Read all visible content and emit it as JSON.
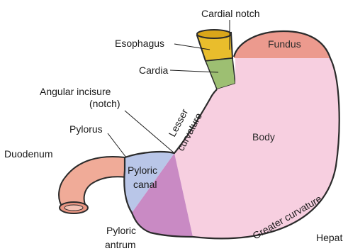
{
  "labels": {
    "cardial_notch": "Cardial notch",
    "esophagus": "Esophagus",
    "cardia": "Cardia",
    "fundus": "Fundus",
    "angular_incisure_line1": "Angular incisure",
    "angular_incisure_line2": "(notch)",
    "lesser_line1": "Lesser",
    "lesser_line2": "curvature",
    "pylorus": "Pylorus",
    "body": "Body",
    "duodenum": "Duodenum",
    "pyloric_canal_line1": "Pyloric",
    "pyloric_canal_line2": "canal",
    "greater_curvature": "Greater curvature",
    "pyloric_antrum_line1": "Pyloric",
    "pyloric_antrum_line2": "antrum",
    "hepat": "Hepat"
  },
  "colors": {
    "esophagus": "#e9bd2c",
    "cardia": "#9dbf72",
    "fundus": "#ec9a8e",
    "body": "#f7cfe0",
    "pyloric_canal": "#b9c6e8",
    "pyloric_antrum": "#c98ac4",
    "duodenum": "#f0ab98",
    "outline": "#2b2b2b"
  }
}
